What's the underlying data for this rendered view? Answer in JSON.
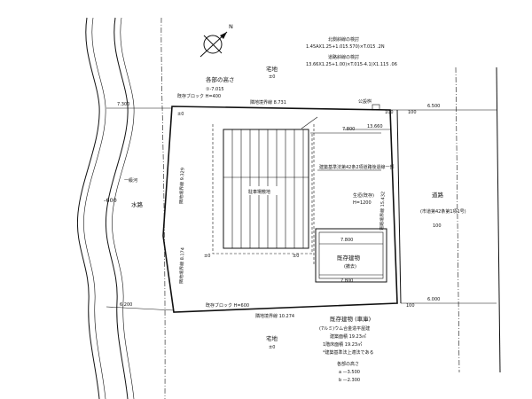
{
  "north": {
    "label": "N"
  },
  "legend": {
    "shadow_title": "北側斜線の検討",
    "shadow_formula": "1.45AX1.25+1.015.570)×T.015 .2N",
    "road_title": "道路斜線の検討",
    "road_formula": "13.66X1.25+1.00)×T.015-4.1)X1.115 .06"
  },
  "labels": {
    "takuchi_top": "宅地",
    "takuchi_top_level": "±0",
    "ground_level_title": "各部の高さ",
    "ground_level_value": "①-7.015",
    "boundary_top": "隣地境界線 8.731",
    "boundary_left_top": "隣地境界線 9.329",
    "boundary_left_bottom": "隣地境界線 8.174",
    "boundary_right": "道路境界線 15.432",
    "boundary_bottom": "隣地境界線 10.274",
    "block_wall_top": "既存ブロック H=400",
    "block_wall_bottom": "既存ブロック H=600",
    "canal": "水路",
    "canal_level": "-600",
    "canal_tag": "一級河",
    "road": "道路",
    "road_code": "(市道第42条第1項1号)",
    "road_level": "100",
    "parking": "駐車場敷地",
    "hedge": "生垣(既存)",
    "hedge_height": "H=1200",
    "note": "建築基準法第42条2項道路後退線一部",
    "utility": "公設桝",
    "existing_building": "既存建物",
    "existing_building_sub": "(撤去)",
    "takuchi_bottom": "宅地",
    "takuchi_bottom_level": "±0"
  },
  "dimensions": {
    "top_left": "7.300",
    "top_right": "6.500",
    "right_side": "13.660",
    "mid_a": "7.800",
    "mid_b": "7.800",
    "mid_c": "7.800",
    "bottom_left": "6.200",
    "bottom_right": "6.000",
    "level_right_top": "100",
    "level_right_top_b": "100",
    "level_right_bottom": "100",
    "level_zero": "±0"
  },
  "building_info": {
    "title": "既存建物 (車庫)",
    "structure": "(7ルミ)ウム合金造平屋建",
    "area": "建築面積 19.23㎡",
    "floor_area": "1階床面積 19.23㎡",
    "compliance": "*建築基準法上適法である",
    "heights_title": "各部の高さ",
    "height_a": "a —3.500",
    "height_b": "b —2.300"
  }
}
